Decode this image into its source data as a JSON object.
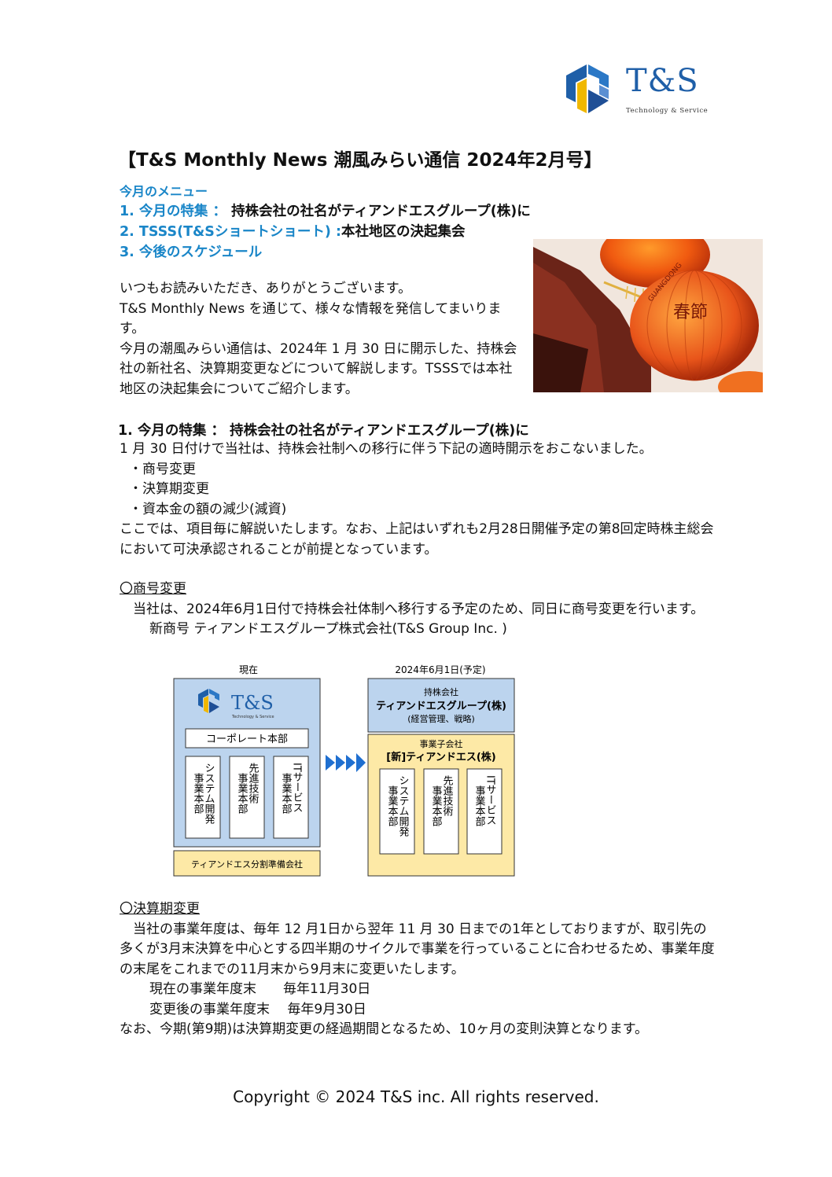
{
  "logo": {
    "text": "T&S",
    "sub": "Technology & Service"
  },
  "title": "【T&S Monthly News  潮風みらい通信  2024年2月号】",
  "menu": {
    "heading": "今月のメニュー",
    "items": [
      {
        "num": "1.",
        "label": "今月の特集 ：",
        "detail": "持株会社の社名がティアンドエスグループ(株)に"
      },
      {
        "num": "2.",
        "label": "TSSS(T&Sショートショート) :",
        "detail": "本社地区の決起集会"
      },
      {
        "num": "3.",
        "label": "今後のスケジュール",
        "detail": ""
      }
    ]
  },
  "photo": {
    "lantern_text": "春節",
    "ring_text": "GUANGDONG"
  },
  "intro": [
    "いつもお読みいただき、ありがとうございます。",
    "T&S Monthly News を通じて、様々な情報を発信してまいります。",
    "今月の潮風みらい通信は、2024年 1 月 30 日に開示した、持株会社の新社名、決算期変更などについて解説します。TSSSでは本社地区の決起集会についてご紹介します。"
  ],
  "section1": {
    "heading": "1. 今月の特集 ： 持株会社の社名がティアンドエスグループ(株)に",
    "lead": "1 月 30 日付けで当社は、持株会社制への移行に伴う下記の適時開示をおこないました。",
    "bullets": [
      "・商号変更",
      "・決算期変更",
      "・資本金の額の減少(減資)"
    ],
    "note": "ここでは、項目毎に解説いたします。なお、上記はいずれも2月28日開催予定の第8回定時株主総会において可決承認されることが前提となっています。"
  },
  "trade_name": {
    "heading": "〇商号変更",
    "text": "当社は、2024年6月1日付で持株会社体制へ移行する予定のため、同日に商号変更を行います。",
    "new_name": "新商号  ティアンドエスグループ株式会社(T&S Group Inc. )"
  },
  "diagram": {
    "current_label": "現在",
    "future_label": "2024年6月1日(予定)",
    "logo_text": "T&S",
    "logo_sub": "Technology & Service",
    "corporate": "コーポレート本部",
    "depts": [
      "システム開発事業本部",
      "先進技術事業本部",
      "ITサービス事業本部"
    ],
    "prep_company": "ティアンドエス分割準備会社",
    "holding_small": "持株会社",
    "holding_name": "ティアンドエスグループ(株)",
    "holding_role": "(経営管理、戦略)",
    "sub_small": "事業子会社",
    "sub_name": "[新]ティアンドエス(株)",
    "new_depts": [
      "システム開発事業本部",
      "先進技術事業本部",
      "ITサービス事業本部"
    ]
  },
  "fiscal": {
    "heading": "〇決算期変更",
    "text": "当社の事業年度は、毎年 12 月1日から翌年 11 月 30 日までの1年としておりますが、取引先の多くが3月末決算を中心とする四半期のサイクルで事業を行っていることに合わせるため、事業年度の末尾をこれまでの11月末から9月末に変更いたします。",
    "current": "現在の事業年度末　　毎年11月30日",
    "changed": "変更後の事業年度末　 毎年9月30日",
    "note": "なお、今期(第9期)は決算期変更の経過期間となるため、10ヶ月の変則決算となります。"
  },
  "colors": {
    "accent": "#1a86c8",
    "brand": "#1f5fa8",
    "box_blue": "#bcd4ee",
    "box_yellow": "#fde9a6"
  },
  "copyright": "Copyright © 2024 T&S inc. All rights reserved."
}
